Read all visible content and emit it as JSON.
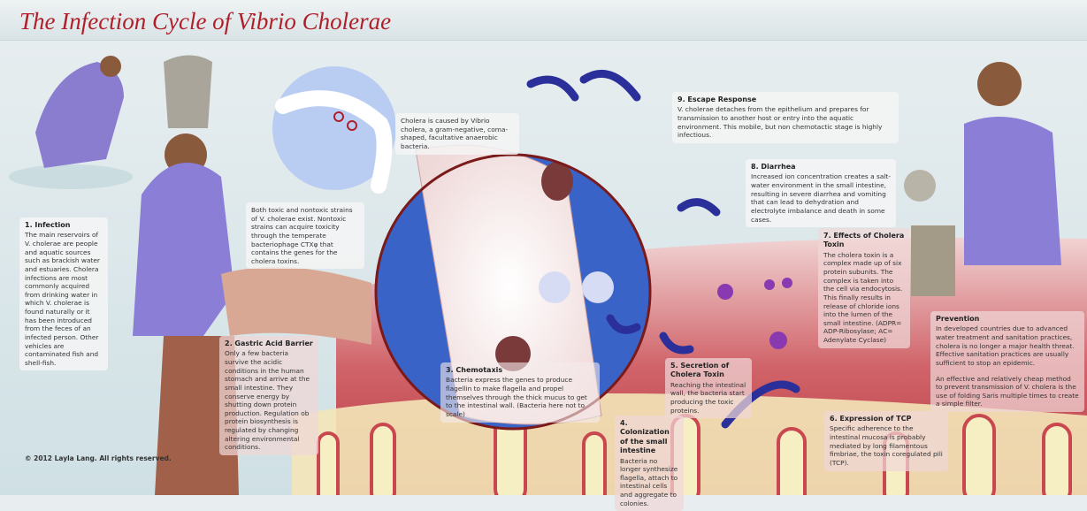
{
  "title": "The Infection Cycle of Vibrio Cholerae",
  "copyright": "© 2012 Layla Lang. All rights reserved.",
  "boxes": {
    "infection": {
      "heading": "1. Infection",
      "text": "The main reservoirs of V. cholerae are people and aquatic sources such as brackish water and estuaries. Cholera infections are most commonly acquired from drinking water in which V. cholerae is found naturally or it has been introduced from the feces of an infected person. Other vehicles are contaminated fish and shell-fish."
    },
    "gastric": {
      "heading": "2. Gastric Acid Barrier",
      "text": "Only a few bacteria survive the acidic conditions in the human stomach and arrive at the small intestine. They conserve energy by shutting down protein production. Regulation ob protein biosynthesis is regulated by changing altering environmental conditions."
    },
    "strains": {
      "text": "Both toxic and nontoxic strains of V. cholerae exist. Nontoxic strains can acquire toxicity through the temperate bacteriophage CTXφ that contains the genes for the cholera toxins."
    },
    "cause": {
      "text": "Cholera is caused by Vibrio cholera, a gram-negative, coma-shaped, facultative anaerobic bacteria."
    },
    "chemotaxis": {
      "heading": "3. Chemotaxis",
      "text": "Bacteria express the genes to produce flagellin to make flagella and propel themselves through the thick mucus to get to the intestinal wall. (Bacteria here not to scale)"
    },
    "colonization": {
      "heading": "4. Colonization of the small intestine",
      "text": "Bacteria no longer synthesize flagella, attach to intestinal cells and aggregate to colonies."
    },
    "secretion": {
      "heading": "5. Secretion of Cholera Toxin",
      "text": "Reaching the intestinal wall, the bacteria start producing the toxic proteins."
    },
    "tcp": {
      "heading": "6. Expression of TCP",
      "text": "Specific adherence to the intestinal mucosa is probably mediated by long filamentous fimbriae, the toxin coregulated pili (TCP)."
    },
    "effects": {
      "heading": "7. Effects of Cholera Toxin",
      "text": "The cholera toxin is a complex made up of six protein subunits. The complex is taken into the cell via endocytosis. This finally results in release of chloride ions into the lumen of the small intestine. (ADPR= ADP-Ribosylase; AC= Adenylate Cyclase)"
    },
    "diarrhea": {
      "heading": "8. Diarrhea",
      "text": "Increased ion concentration creates a salt-water environment in the small intestine, resulting in severe diarrhea and vomiting that can lead to dehydration and electrolyte imbalance and death in some cases."
    },
    "escape": {
      "heading": "9. Escape Response",
      "text": "V. cholerae detaches from the epithelium and prepares for transmission to another host or entry into the aquatic environment. This mobile, but non chemotactic stage is highly infectious."
    },
    "prevention": {
      "heading": "Prevention",
      "text": "In developed countries due to advanced water treatment and sanitation practices, cholera is no longer a major health threat. Effective sanitation practices are usually sufficient to stop an epidemic.",
      "text2": "An effective and relatively cheap method to prevent transmission of V. cholera is the use of folding Saris multiple times to create a simple filter."
    }
  },
  "colors": {
    "title": "#b01e2a",
    "bacteria": "#2a2f9a",
    "tissue": "#c9474f"
  }
}
